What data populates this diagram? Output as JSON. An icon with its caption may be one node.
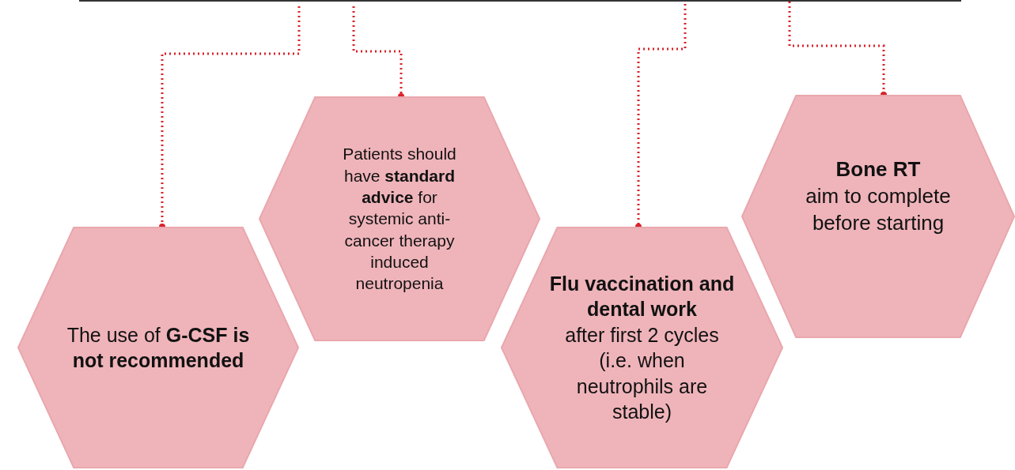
{
  "diagram": {
    "nodes": [
      {
        "text": [
          "The use of **G-CSF is not recommended**"
        ]
      },
      {
        "text": [
          "Patients should have **standard advice** for systemic anti-cancer therapy induced neutropenia"
        ]
      },
      {
        "text": [
          "Flu vaccination and dental work",
          "after first 2 cycles (i.e. when neutrophils are stable)"
        ]
      },
      {
        "text": [
          "Bone RT",
          "aim to complete before starting"
        ]
      }
    ],
    "edges": [
      {
        "from": null,
        "to": 0,
        "arrow": "other",
        "style": "dashed"
      },
      {
        "from": null,
        "to": 1,
        "arrow": "other",
        "style": "dashed"
      },
      {
        "from": null,
        "to": 2,
        "arrow": "other",
        "style": "dashed"
      },
      {
        "from": null,
        "to": 3,
        "arrow": "other",
        "style": "dashed"
      }
    ]
  }
}
